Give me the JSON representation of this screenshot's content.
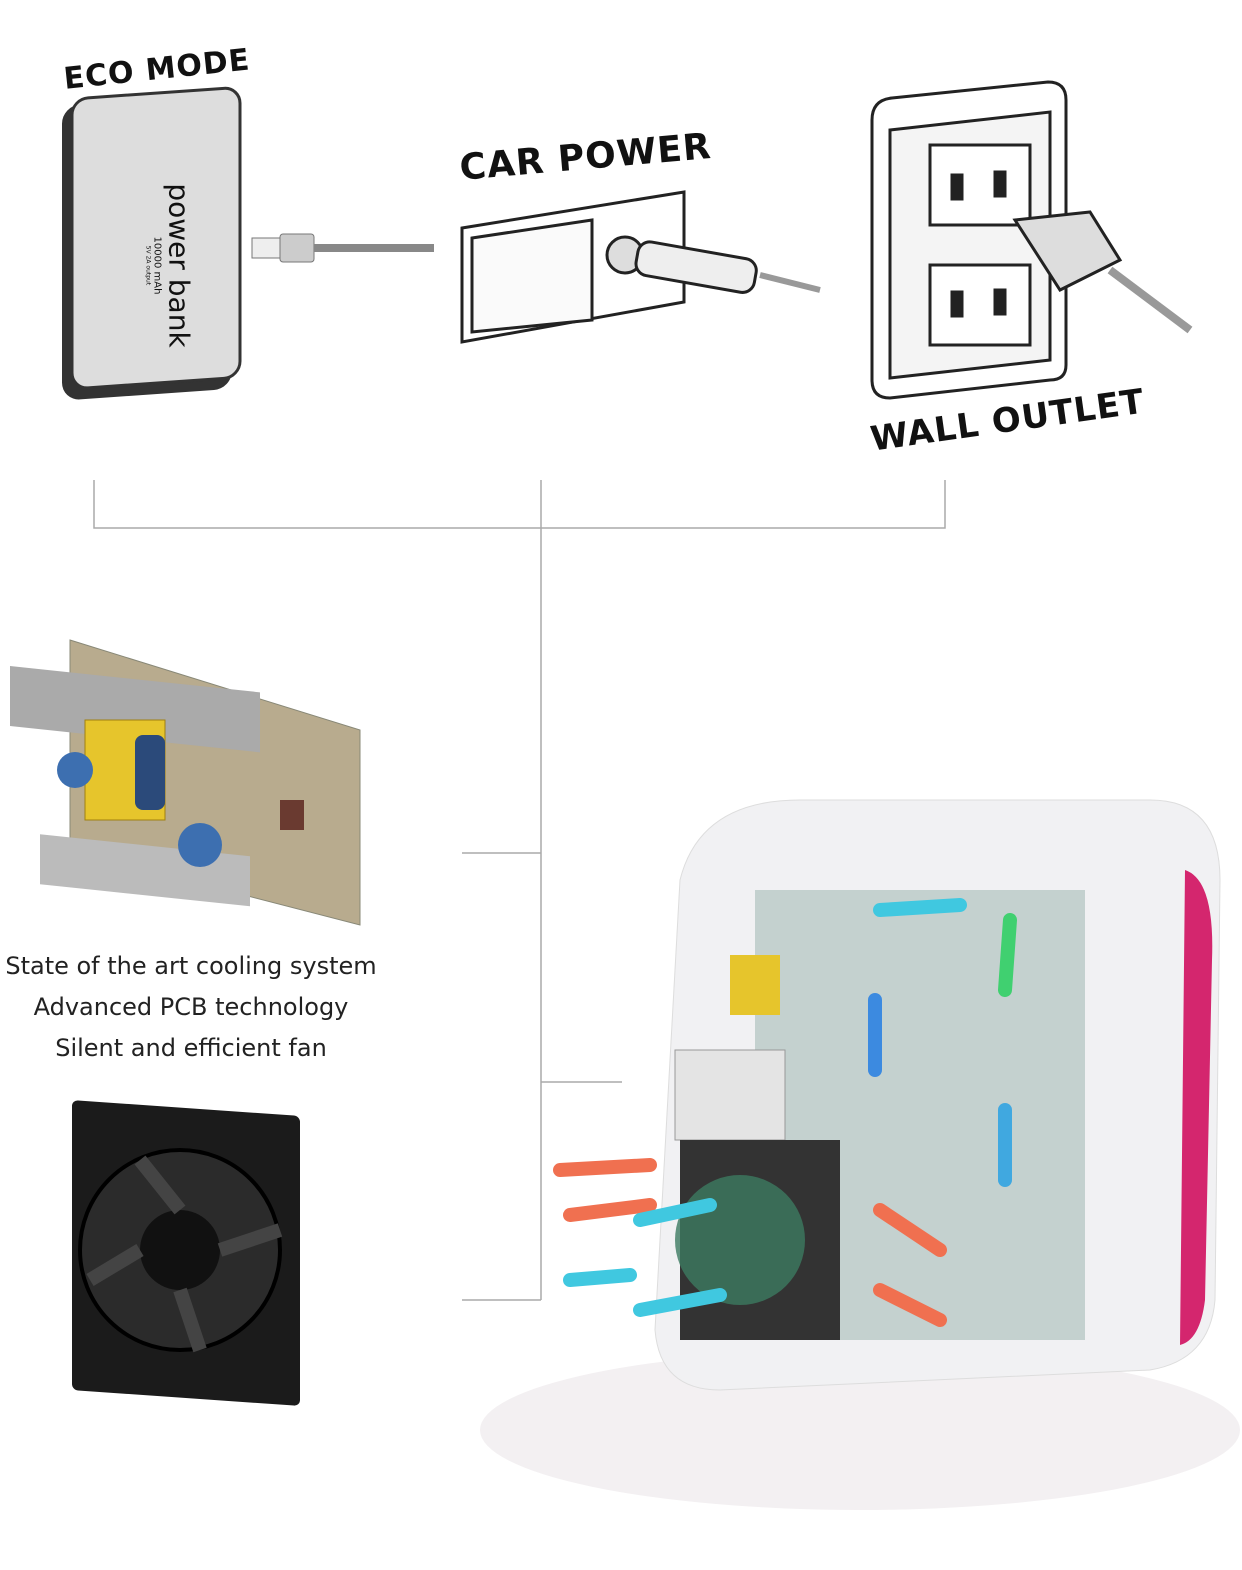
{
  "labels": {
    "eco_mode": "ECO MODE",
    "car_power": "CAR POWER",
    "wall_outlet": "WALL OUTLET"
  },
  "power_bank": {
    "brand": "power bank",
    "capacity": "10000 mAh",
    "output": "5V 2A output"
  },
  "features": [
    "State of the art cooling system",
    "Advanced PCB technology",
    "Silent and efficient fan"
  ],
  "colors": {
    "accent_pink": "#d4266e",
    "arrow_hot": "#f07050",
    "arrow_cool": "#40c8e0",
    "arrow_green": "#40d070"
  }
}
